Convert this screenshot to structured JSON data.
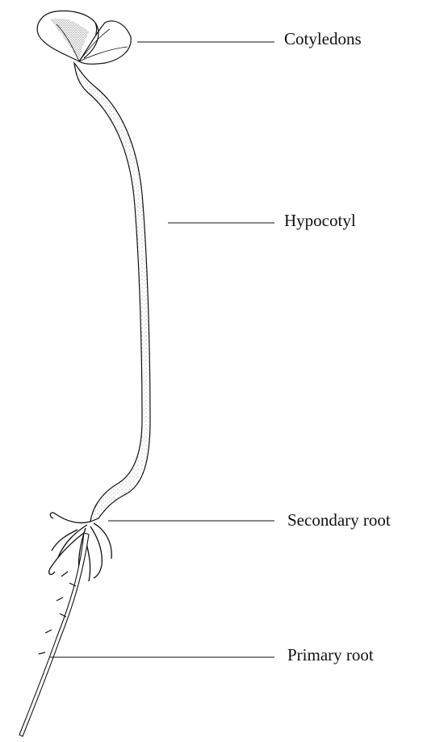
{
  "labels": {
    "cotyledons": "Cotyledons",
    "hypocotyl": "Hypocotyl",
    "secondary_root": "Secondary root",
    "primary_root": "Primary root"
  },
  "colors": {
    "ink": "#111111",
    "stipple": "#8a8a8a",
    "background": "#ffffff"
  }
}
